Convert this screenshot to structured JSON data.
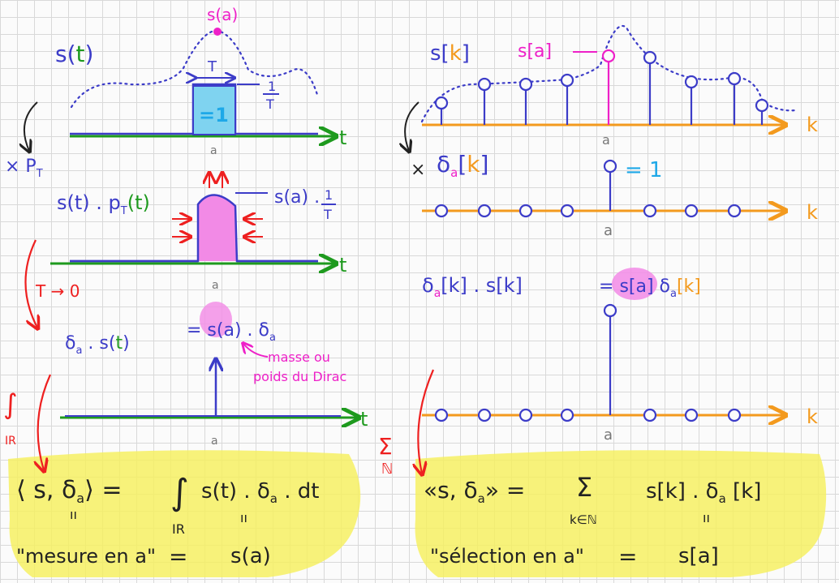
{
  "colors": {
    "blue": "#3c3cc8",
    "green": "#1e9a1e",
    "orange": "#f39a1e",
    "magenta": "#ee20c8",
    "red": "#ee2020",
    "cyan": "#1ea8e8",
    "highlight": "#f6f05a",
    "box_fill": "#7fd3f0",
    "pink_fill": "#f28ae6"
  },
  "left": {
    "label_s_of_a": "s(a)",
    "label_s_t_s": "s(",
    "label_s_t_t": "t",
    "label_s_t_close": ")",
    "width_label": "T",
    "height_label_num": "1",
    "height_label_den": "T",
    "box_label": "=1",
    "axis_t": "t",
    "tick_a": "a",
    "mult_label": "× P",
    "mult_sub": "T",
    "product_label": "s(t) . p",
    "product_sub": "T",
    "product_label_end": "(t)",
    "value_label": "s(a) . ",
    "value_num": "1",
    "value_den": "T",
    "limit_label": "T → 0",
    "delta_label": "δ",
    "delta_sub": "a",
    "delta_s": " . s(",
    "delta_t": "t",
    "delta_close": ")",
    "eq_dirac": "= s(a) . δ",
    "eq_dirac_sub": "a",
    "note_line1": "masse ou",
    "note_line2": "poids du Dirac",
    "integral_sign": "∫",
    "integral_sub": "IR"
  },
  "right": {
    "label_s": "s[",
    "label_k": "k",
    "label_close": "]",
    "label_sa": "s[a]",
    "axis_k": "k",
    "tick_a": "a",
    "mult_label": "×",
    "delta_label": "δ",
    "delta_sub": "a",
    "delta_bracket_open": "[",
    "delta_bracket_k": "k",
    "delta_bracket_close": "]",
    "delta_value": "= 1",
    "product_left": "δ",
    "product_sub": "a",
    "product_mid": "[k] . s[k]",
    "product_eq": "= ",
    "product_sa": "s[a]",
    "product_delta": " δ",
    "product_delta_sub": "a",
    "product_delta_k": "[k]",
    "sum_sign": "Σ",
    "sum_sub": "ℕ"
  },
  "formula_left": {
    "line1_lhs": "⟨ s, δ",
    "line1_sub": "a",
    "line1_rhs": "⟩ =",
    "integral": "∫",
    "integral_sub": "IR",
    "integrand": "s(t) . δ",
    "integrand_sub": "a",
    "integrand_end": " . dt",
    "line2_label": "\"mesure en a\"",
    "line2_eq": "=",
    "line2_rhs": "s(a)",
    "eq_mark": "ıı"
  },
  "formula_right": {
    "line1_lhs": "«s, δ",
    "line1_sub": "a",
    "line1_rhs": "» =",
    "sum": "Σ",
    "sum_sub": "k∈ℕ",
    "summand": "s[k] . δ",
    "summand_sub": "a",
    "summand_end": " [k]",
    "line2_label": "\"sélection en a\"",
    "line2_eq": "=",
    "line2_rhs": "s[a]",
    "eq_mark": "ıı"
  }
}
